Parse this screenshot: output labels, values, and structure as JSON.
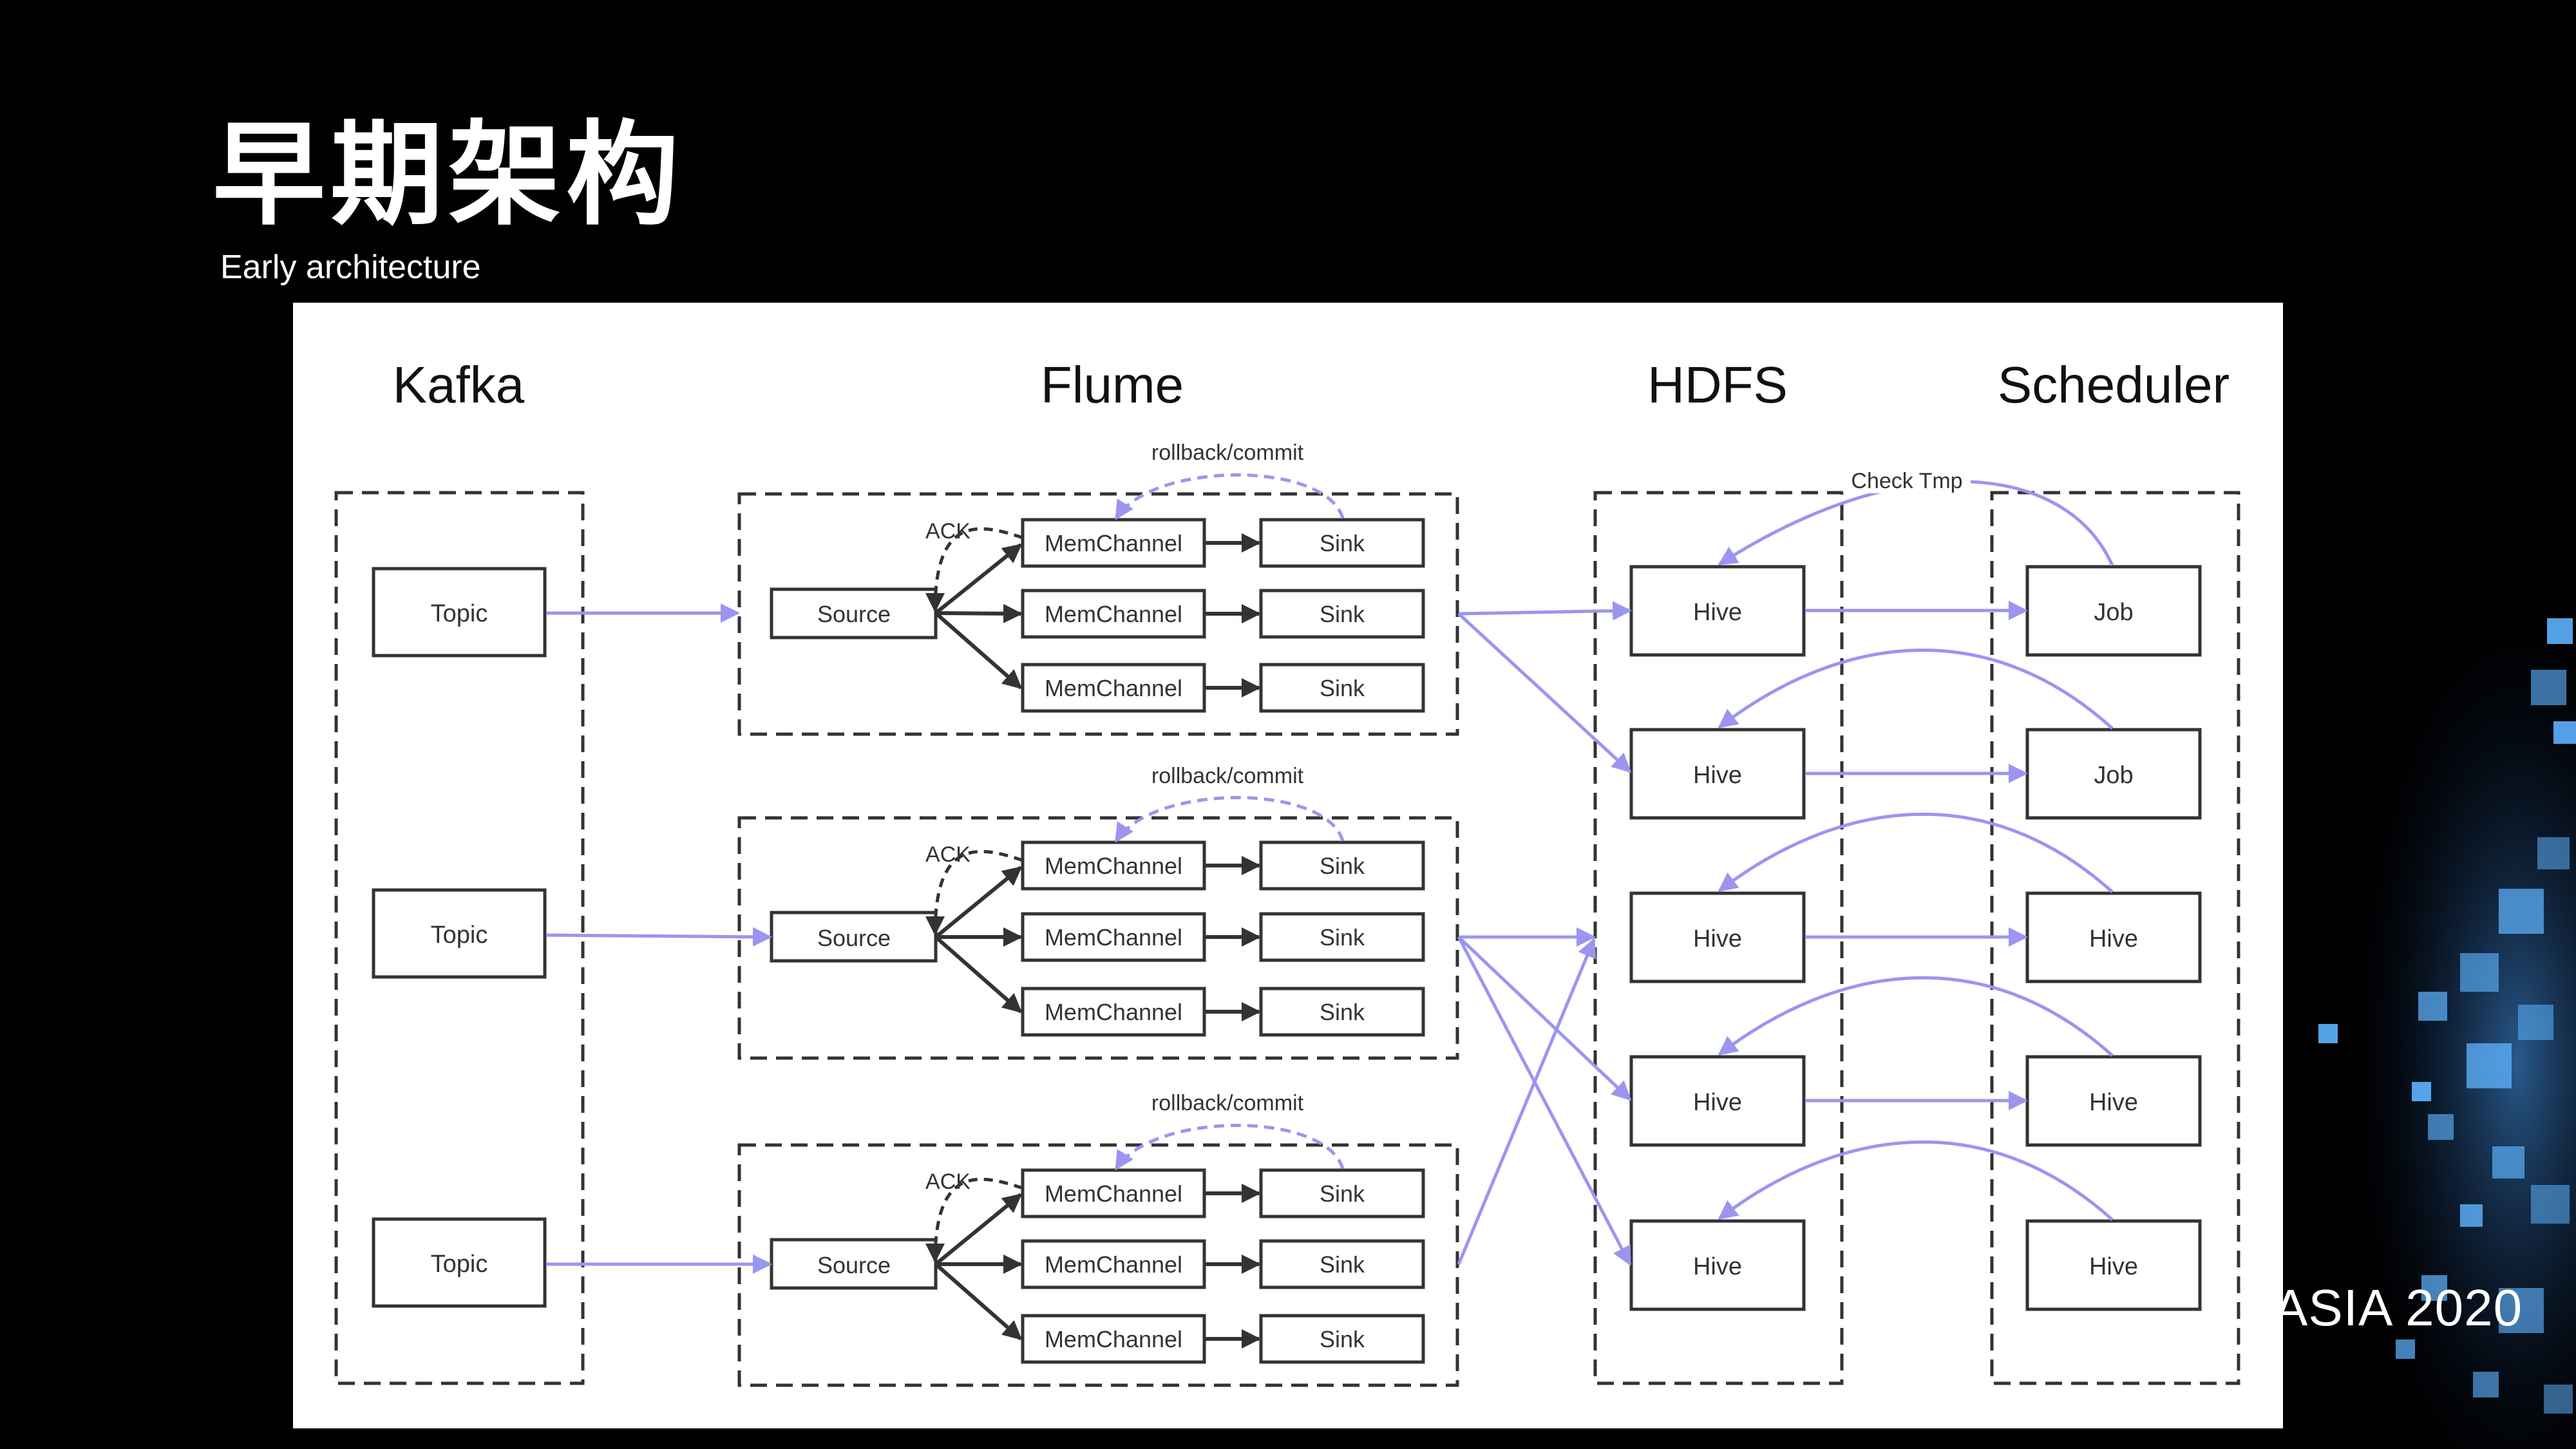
{
  "slide": {
    "title": "早期架构",
    "subtitle": "Early architecture",
    "corner_text": "ASIA 2020"
  },
  "colors": {
    "background": "#000000",
    "panel": "#ffffff",
    "edge": "#9b95f0",
    "box": "#333333"
  },
  "diagram": {
    "columns": {
      "kafka": "Kafka",
      "flume": "Flume",
      "hdfs": "HDFS",
      "scheduler": "Scheduler"
    },
    "kafka_topics": [
      "Topic",
      "Topic",
      "Topic"
    ],
    "flume_groups": [
      {
        "rollback": "rollback/commit",
        "ack": "ACK",
        "source": "Source",
        "channels": [
          "MemChannel",
          "MemChannel",
          "MemChannel"
        ],
        "sinks": [
          "Sink",
          "Sink",
          "Sink"
        ]
      },
      {
        "rollback": "rollback/commit",
        "ack": "ACK",
        "source": "Source",
        "channels": [
          "MemChannel",
          "MemChannel",
          "MemChannel"
        ],
        "sinks": [
          "Sink",
          "Sink",
          "Sink"
        ]
      },
      {
        "rollback": "rollback/commit",
        "ack": "ACK",
        "source": "Source",
        "channels": [
          "MemChannel",
          "MemChannel",
          "MemChannel"
        ],
        "sinks": [
          "Sink",
          "Sink",
          "Sink"
        ]
      }
    ],
    "hdfs_tables": [
      "Hive",
      "Hive",
      "Hive",
      "Hive",
      "Hive"
    ],
    "scheduler_items": [
      "Job",
      "Job",
      "Hive",
      "Hive",
      "Hive"
    ],
    "check_label": "Check Tmp"
  }
}
